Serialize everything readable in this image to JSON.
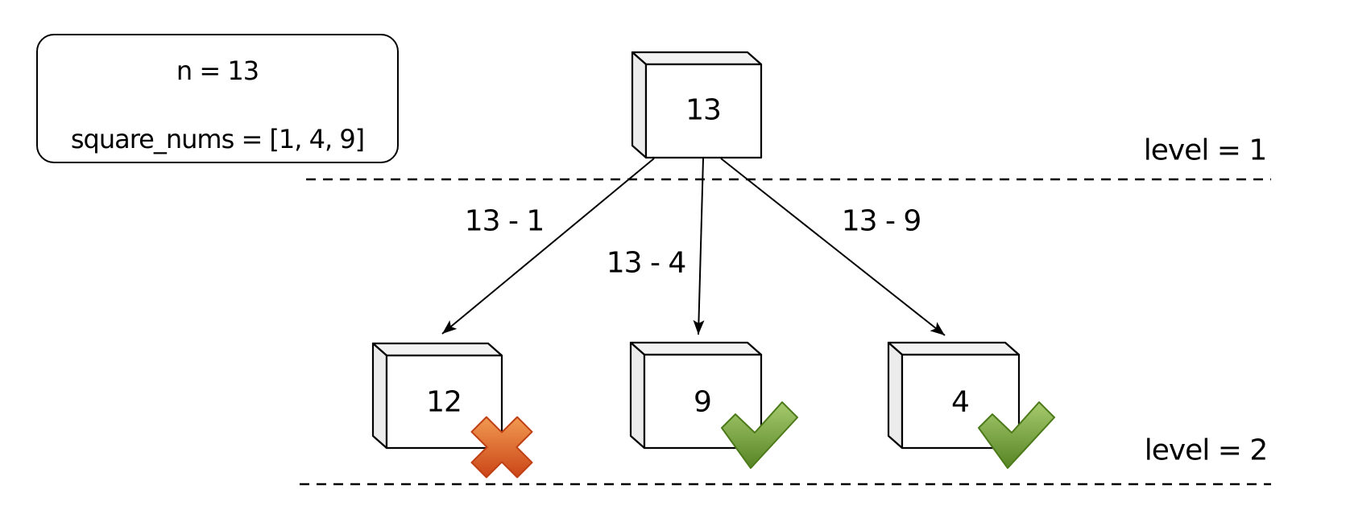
{
  "legend": {
    "line1": "n = 13",
    "line2": "square_nums = [1, 4, 9]"
  },
  "root": {
    "value": "13"
  },
  "children": [
    {
      "value": "12",
      "edge_label": "13 - 1",
      "status": "rejected"
    },
    {
      "value": "9",
      "edge_label": "13 - 4",
      "status": "accepted"
    },
    {
      "value": "4",
      "edge_label": "13 - 9",
      "status": "accepted"
    }
  ],
  "levels": [
    {
      "label": "level = 1"
    },
    {
      "label": "level = 2"
    }
  ],
  "colors": {
    "background": "#ffffff",
    "node_front": "#ffffff",
    "node_side": "#f2f2f2",
    "node_stroke": "#000000",
    "line": "#000000",
    "cross_top": "#f19a51",
    "cross_bottom": "#cb4517",
    "cross_stroke": "#c04015",
    "check_top": "#a6cb6e",
    "check_bottom": "#578424",
    "check_stroke": "#4c7a1b"
  }
}
